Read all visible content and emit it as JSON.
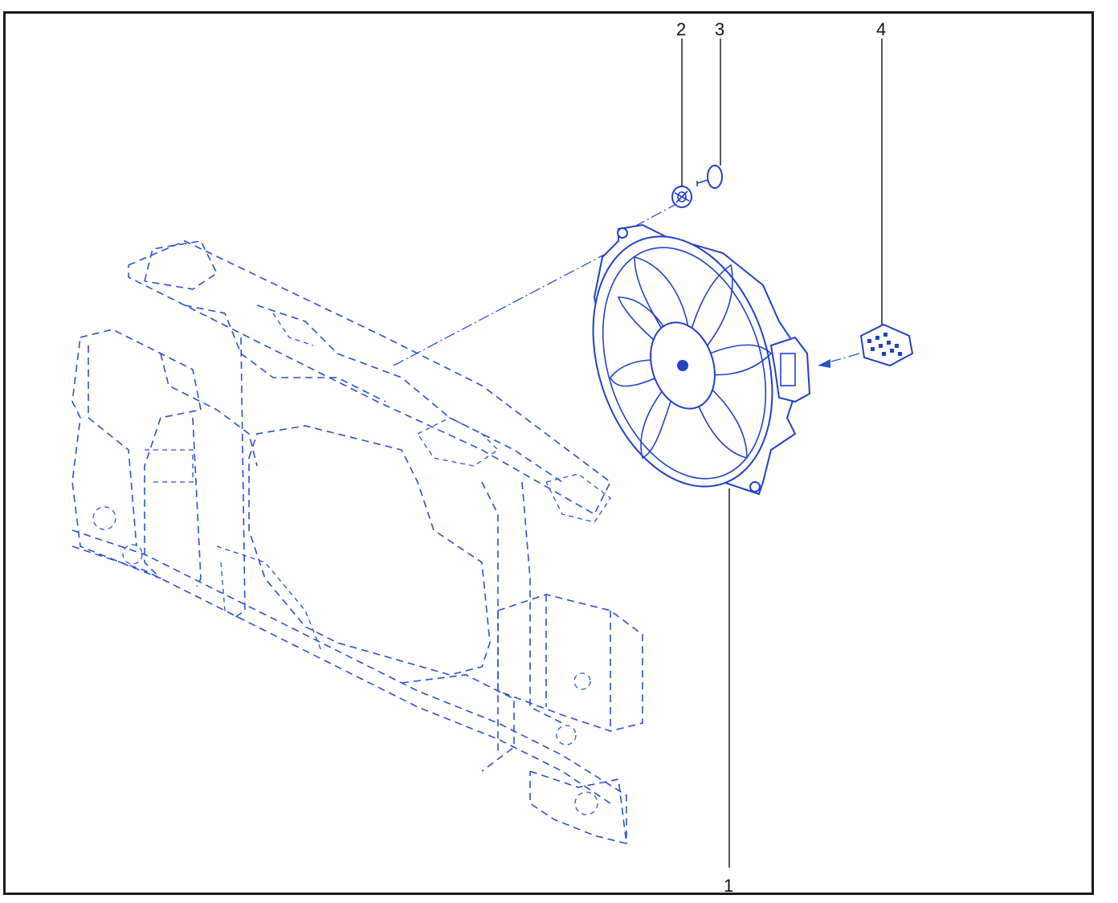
{
  "diagram": {
    "callouts": [
      {
        "number": "1",
        "part": "cooling-fan-assembly"
      },
      {
        "number": "2",
        "part": "fan-nut"
      },
      {
        "number": "3",
        "part": "fan-washer-clip"
      },
      {
        "number": "4",
        "part": "fan-resistor-connector"
      }
    ],
    "colors": {
      "line_art": "#2c4fd0",
      "leader": "#111111",
      "frame": "#1a1a1a",
      "background": "#ffffff"
    }
  }
}
